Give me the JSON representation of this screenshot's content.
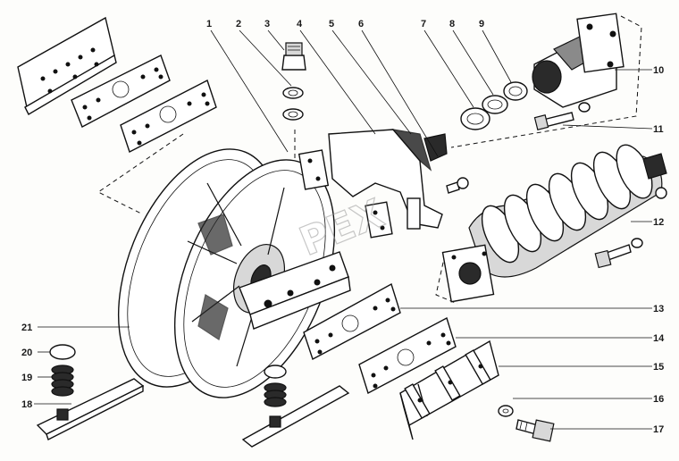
{
  "watermark": "PEX",
  "callouts": [
    "1",
    "2",
    "3",
    "4",
    "5",
    "6",
    "7",
    "8",
    "9",
    "10",
    "11",
    "12",
    "13",
    "14",
    "15",
    "16",
    "17",
    "18",
    "19",
    "20",
    "21"
  ]
}
